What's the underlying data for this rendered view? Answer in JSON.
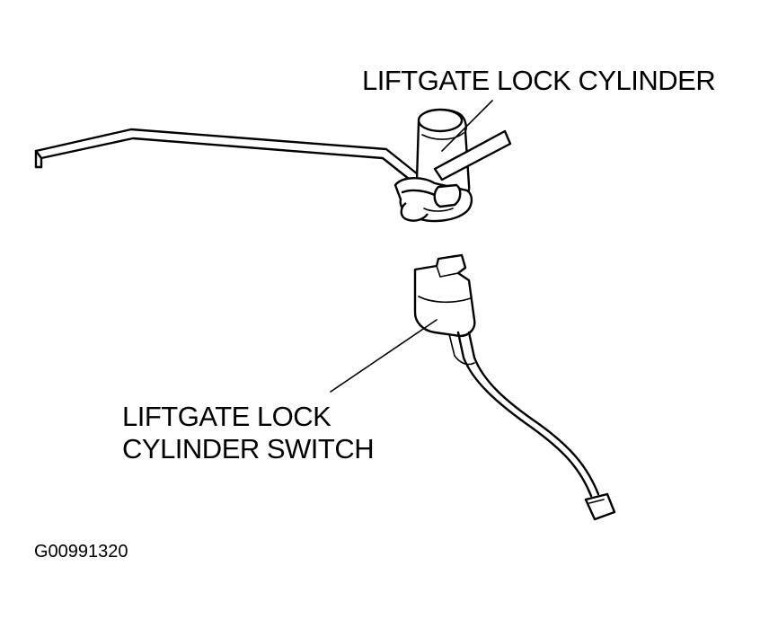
{
  "diagram": {
    "labels": {
      "lock_cylinder": "LIFTGATE LOCK CYLINDER",
      "lock_cylinder_switch_line1": "LIFTGATE LOCK",
      "lock_cylinder_switch_line2": "CYLINDER SWITCH"
    },
    "figure_id": "G00991320",
    "colors": {
      "ink": "#000000",
      "background": "#ffffff"
    }
  }
}
